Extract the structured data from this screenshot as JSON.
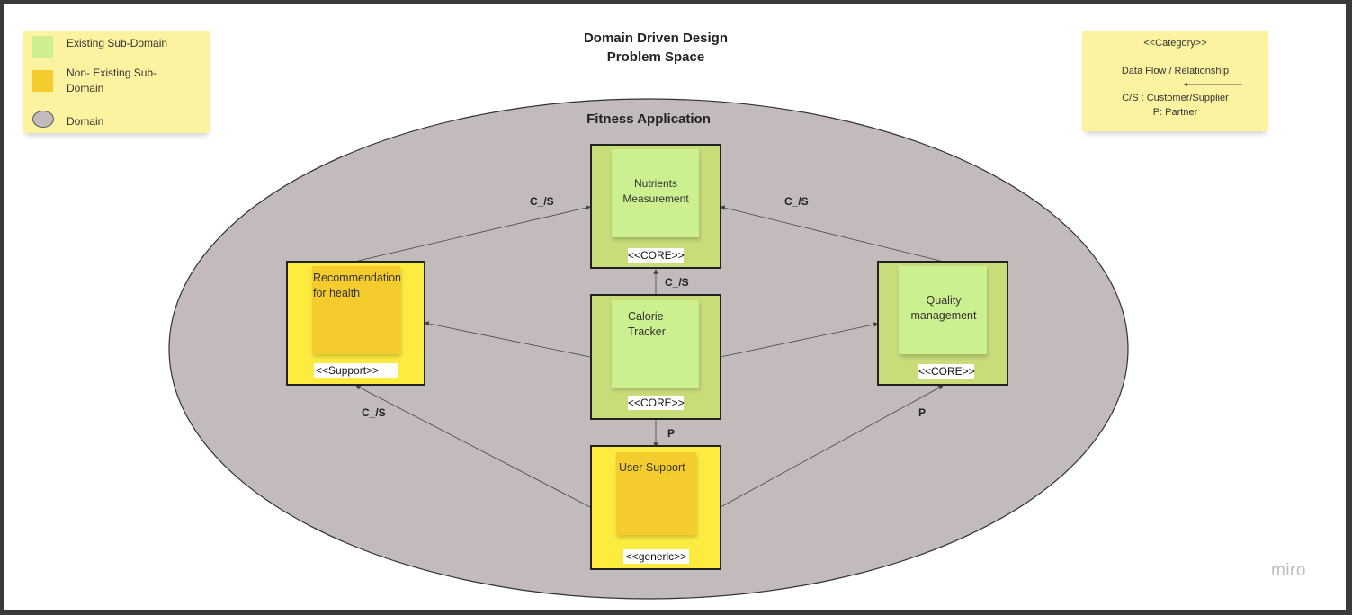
{
  "header": {
    "title_line1": "Domain Driven Design",
    "title_line2": "Problem Space"
  },
  "legend": {
    "existing": "Existing Sub-Domain",
    "non_existing": "Non- Existing Sub-Domain",
    "domain": "Domain"
  },
  "notation": {
    "category": "<<Category>>",
    "data_flow": "Data Flow / Relationship",
    "cs": "C/S : Customer/Supplier",
    "p": "P: Partner"
  },
  "domain": {
    "label": "Fitness Application"
  },
  "subdomains": {
    "nutrients": {
      "label": "Nutrients Measurement",
      "tag": "<<CORE>>"
    },
    "recommendation": {
      "label": "Recommendation for health",
      "tag": "<<Support>>"
    },
    "calorie": {
      "label": "Calorie Tracker",
      "tag": "<<CORE>>"
    },
    "quality": {
      "label": "Quality management",
      "tag": "<<CORE>>"
    },
    "support": {
      "label": "User Support",
      "tag": "<<generic>>"
    }
  },
  "relations": {
    "rec_to_nutrients": "C_/S",
    "quality_to_nutrients": "C_/S",
    "calorie_to_nutrients": "C_/S",
    "calorie_to_support": "P",
    "support_to_rec": "C_/S",
    "support_to_quality": "P"
  },
  "colors": {
    "domain_fill": "#c2babb",
    "existing": "#ccf08f",
    "non_existing": "#f5cc2e",
    "core_box": "#c8dc7a",
    "support_box": "#fdec3f",
    "sticky": "#fbf3a0"
  },
  "brand": "miro"
}
